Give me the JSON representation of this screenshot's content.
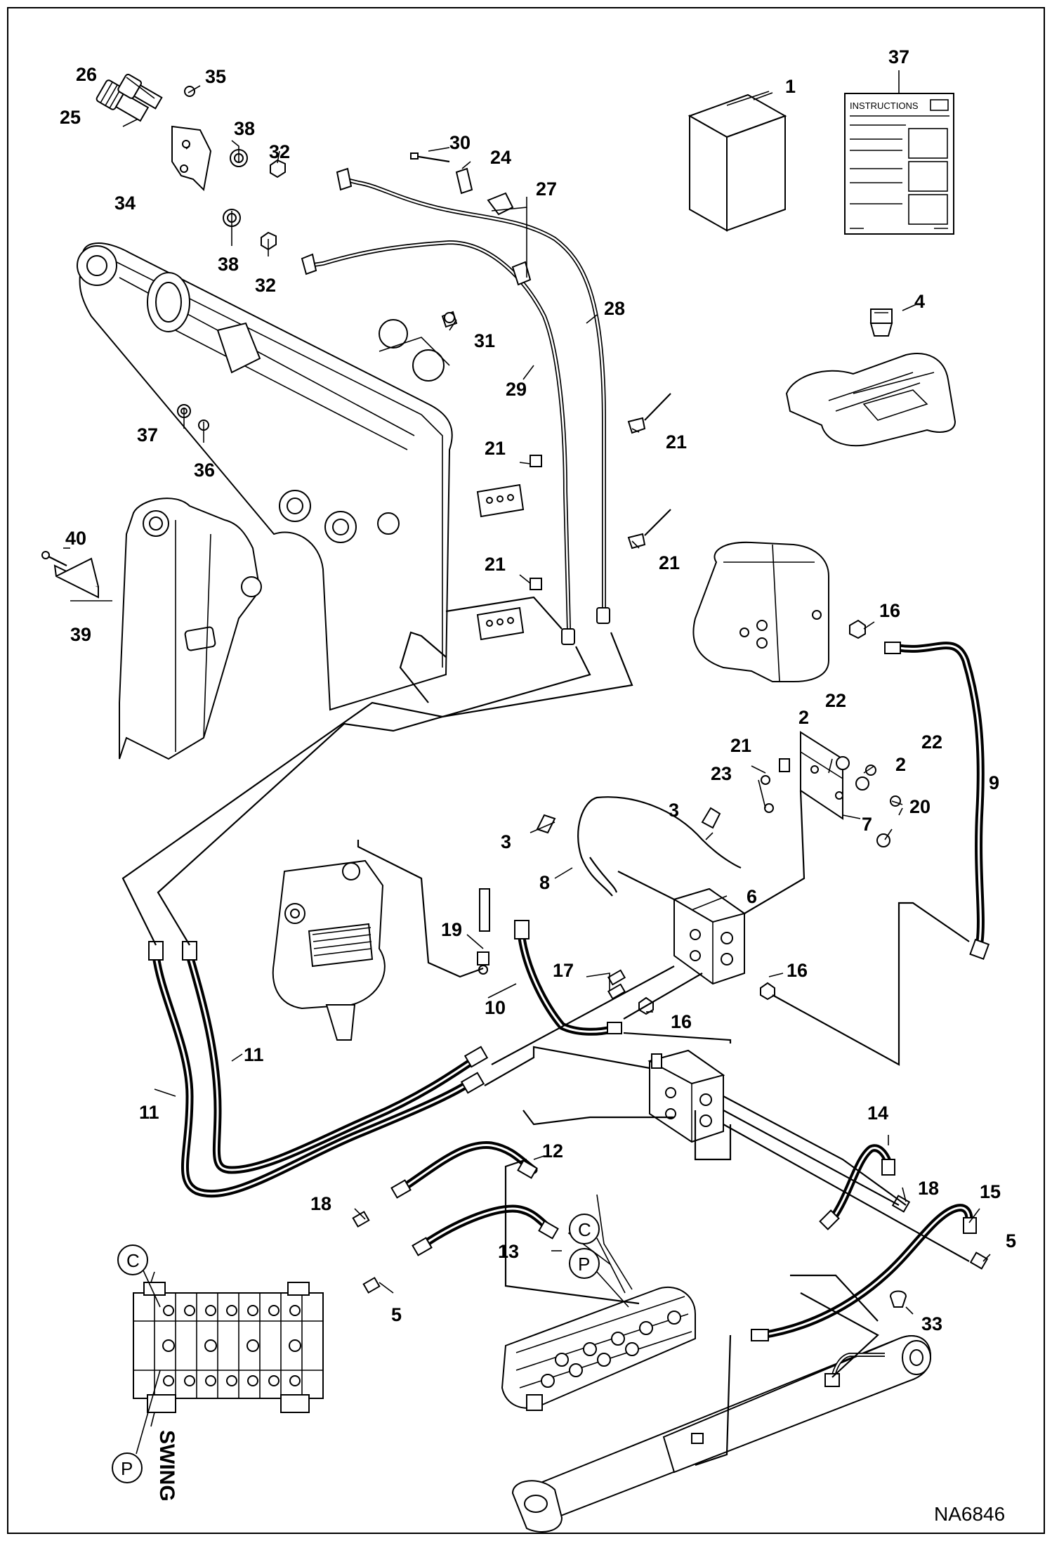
{
  "diagram": {
    "reference_code": "NA6846",
    "swing_label": "SWING",
    "instructions_label": "INSTRUCTIONS",
    "port_labels": {
      "c": "C",
      "p": "P"
    },
    "callouts": {
      "c1": "1",
      "c2a": "2",
      "c2b": "2",
      "c3a": "3",
      "c3b": "3",
      "c4": "4",
      "c5a": "5",
      "c5b": "5",
      "c6": "6",
      "c7": "7",
      "c8": "8",
      "c9": "9",
      "c10": "10",
      "c11a": "11",
      "c11b": "11",
      "c12": "12",
      "c13": "13",
      "c14": "14",
      "c15": "15",
      "c16a": "16",
      "c16b": "16",
      "c16c": "16",
      "c17": "17",
      "c18a": "18",
      "c18b": "18",
      "c19": "19",
      "c20": "20",
      "c21a": "21",
      "c21b": "21",
      "c21c": "21",
      "c21d": "21",
      "c21e": "21",
      "c22a": "22",
      "c22b": "22",
      "c23": "23",
      "c24": "24",
      "c25": "25",
      "c26": "26",
      "c27": "27",
      "c28": "28",
      "c29": "29",
      "c30": "30",
      "c31": "31",
      "c32a": "32",
      "c32b": "32",
      "c33": "33",
      "c34": "34",
      "c35": "35",
      "c36": "36",
      "c37a": "37",
      "c37b": "37",
      "c38a": "38",
      "c38b": "38",
      "c39": "39",
      "c40": "40"
    }
  }
}
